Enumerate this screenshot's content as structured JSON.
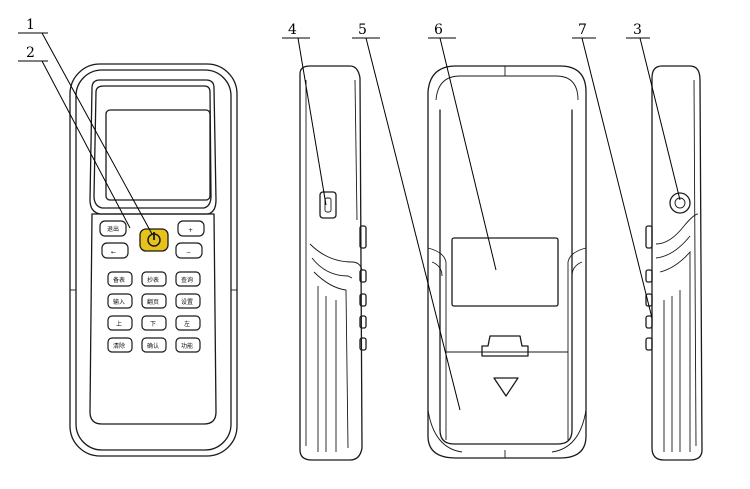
{
  "callouts": [
    {
      "id": "c1",
      "label": "1"
    },
    {
      "id": "c2",
      "label": "2"
    },
    {
      "id": "c3",
      "label": "3"
    },
    {
      "id": "c4",
      "label": "4"
    },
    {
      "id": "c5",
      "label": "5"
    },
    {
      "id": "c6",
      "label": "6"
    },
    {
      "id": "c7",
      "label": "7"
    }
  ],
  "keypad": {
    "top_left": "退出",
    "top_right": "+",
    "second_left": "←",
    "second_right": "−",
    "row1": [
      "备表",
      "抄表",
      "查询"
    ],
    "row2": [
      "输入",
      "翻页",
      "设置"
    ],
    "row3": [
      "上",
      "下",
      "左"
    ],
    "row4": [
      "清除",
      "确认",
      "功能"
    ]
  },
  "colors": {
    "power_key": "#e6c21a",
    "line": "#1a1a1a",
    "background": "#ffffff"
  }
}
